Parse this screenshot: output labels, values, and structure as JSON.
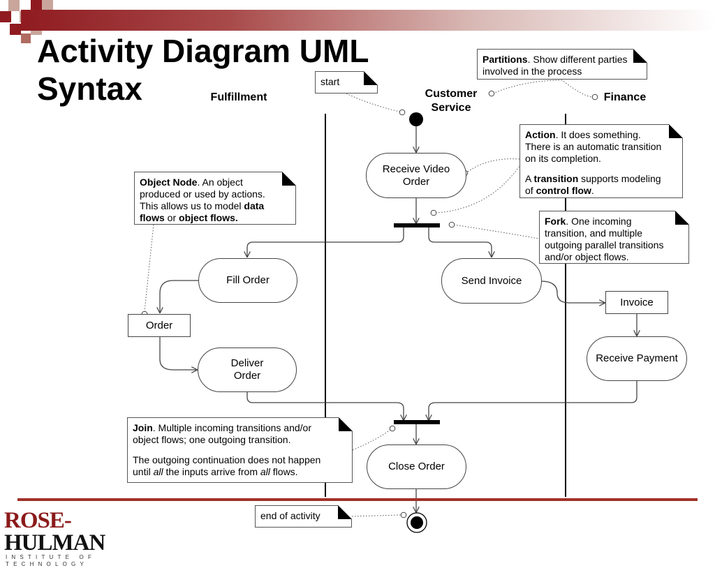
{
  "title_lines": [
    "Activity Diagram UML",
    "Syntax"
  ],
  "partitions": {
    "fulfillment": "Fulfillment",
    "customer_service_lines": [
      "Customer",
      "Service"
    ],
    "finance": "Finance"
  },
  "notes": {
    "start": "start",
    "partitions": {
      "bold": "Partitions",
      "rest": ". Show different parties involved in the process"
    },
    "action": {
      "bold": "Action",
      "rest": ". It does something. There is an automatic transition on its completion.",
      "p2_pre": " A ",
      "p2_b1": "transition",
      "p2_mid": " supports modeling of ",
      "p2_b2": "control flow",
      "p2_end": "."
    },
    "object_node": {
      "bold": "Object Node",
      "rest": ". An object produced or used by actions. This allows us to model ",
      "b2": "data flows",
      "mid": " or ",
      "b3": "object flows."
    },
    "fork": {
      "bold": "Fork",
      "rest": ". One incoming transition, and multiple outgoing parallel transitions and/or object flows."
    },
    "join": {
      "bold": "Join",
      "rest": ". Multiple incoming transitions and/or object flows; one outgoing transition.",
      "p2_pre": "The outgoing continuation does not happen until ",
      "p2_i1": "all",
      "p2_mid": " the inputs arrive from ",
      "p2_i2": "all",
      "p2_end": " flows."
    },
    "end": "end of activity"
  },
  "actions": {
    "receive_video_order_lines": [
      "Receive Video",
      "Order"
    ],
    "fill_order": "Fill Order",
    "send_invoice": "Send Invoice",
    "deliver_order_lines": [
      "Deliver",
      "Order"
    ],
    "receive_payment": "Receive Payment",
    "close_order": "Close Order"
  },
  "objects": {
    "order": "Order",
    "invoice": "Invoice"
  },
  "logo": {
    "part1": "ROSE-",
    "part2": "HULMAN",
    "sub": "INSTITUTE OF TECHNOLOGY"
  },
  "colors": {
    "brand_red": "#8f1b20",
    "rule_red": "#a0322a"
  }
}
